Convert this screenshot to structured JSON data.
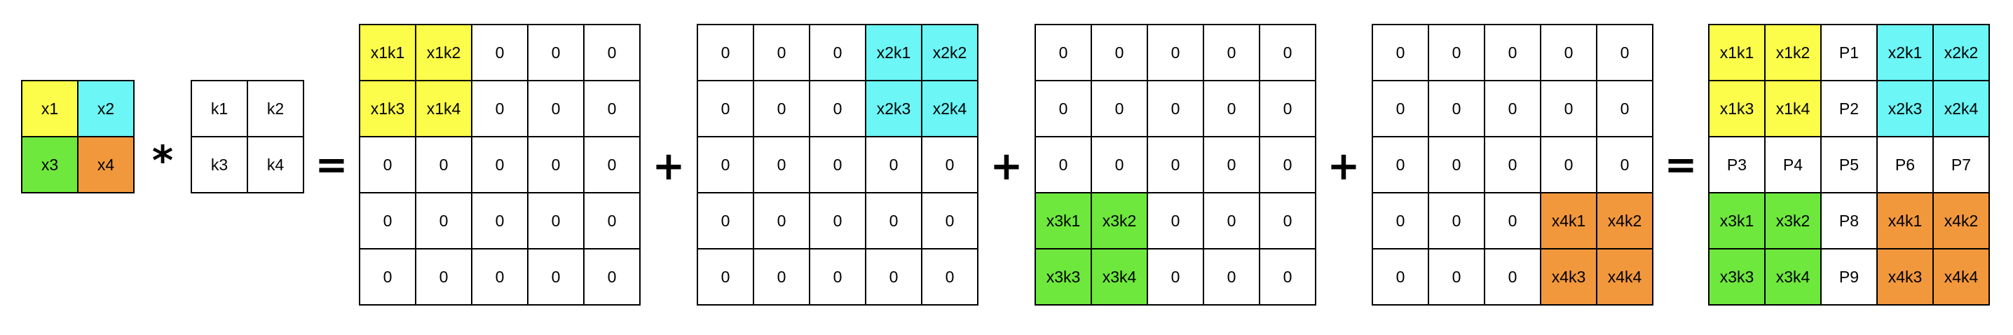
{
  "colors": {
    "yellow": "#fcfc4a",
    "cyan": "#6cf6f6",
    "green": "#6ee83d",
    "orange": "#f2983c",
    "white": "#ffffff"
  },
  "input": {
    "rows": [
      [
        {
          "t": "x1",
          "c": "yellow"
        },
        {
          "t": "x2",
          "c": "cyan"
        }
      ],
      [
        {
          "t": "x3",
          "c": "green"
        },
        {
          "t": "x4",
          "c": "orange"
        }
      ]
    ]
  },
  "kernel": {
    "rows": [
      [
        {
          "t": "k1"
        },
        {
          "t": "k2"
        }
      ],
      [
        {
          "t": "k3"
        },
        {
          "t": "k4"
        }
      ]
    ]
  },
  "partials": [
    {
      "rows": [
        [
          {
            "t": "x1k1",
            "c": "yellow"
          },
          {
            "t": "x1k2",
            "c": "yellow"
          },
          {
            "t": "0"
          },
          {
            "t": "0"
          },
          {
            "t": "0"
          }
        ],
        [
          {
            "t": "x1k3",
            "c": "yellow"
          },
          {
            "t": "x1k4",
            "c": "yellow"
          },
          {
            "t": "0"
          },
          {
            "t": "0"
          },
          {
            "t": "0"
          }
        ],
        [
          {
            "t": "0"
          },
          {
            "t": "0"
          },
          {
            "t": "0"
          },
          {
            "t": "0"
          },
          {
            "t": "0"
          }
        ],
        [
          {
            "t": "0"
          },
          {
            "t": "0"
          },
          {
            "t": "0"
          },
          {
            "t": "0"
          },
          {
            "t": "0"
          }
        ],
        [
          {
            "t": "0"
          },
          {
            "t": "0"
          },
          {
            "t": "0"
          },
          {
            "t": "0"
          },
          {
            "t": "0"
          }
        ]
      ]
    },
    {
      "rows": [
        [
          {
            "t": "0"
          },
          {
            "t": "0"
          },
          {
            "t": "0"
          },
          {
            "t": "x2k1",
            "c": "cyan"
          },
          {
            "t": "x2k2",
            "c": "cyan"
          }
        ],
        [
          {
            "t": "0"
          },
          {
            "t": "0"
          },
          {
            "t": "0"
          },
          {
            "t": "x2k3",
            "c": "cyan"
          },
          {
            "t": "x2k4",
            "c": "cyan"
          }
        ],
        [
          {
            "t": "0"
          },
          {
            "t": "0"
          },
          {
            "t": "0"
          },
          {
            "t": "0"
          },
          {
            "t": "0"
          }
        ],
        [
          {
            "t": "0"
          },
          {
            "t": "0"
          },
          {
            "t": "0"
          },
          {
            "t": "0"
          },
          {
            "t": "0"
          }
        ],
        [
          {
            "t": "0"
          },
          {
            "t": "0"
          },
          {
            "t": "0"
          },
          {
            "t": "0"
          },
          {
            "t": "0"
          }
        ]
      ]
    },
    {
      "rows": [
        [
          {
            "t": "0"
          },
          {
            "t": "0"
          },
          {
            "t": "0"
          },
          {
            "t": "0"
          },
          {
            "t": "0"
          }
        ],
        [
          {
            "t": "0"
          },
          {
            "t": "0"
          },
          {
            "t": "0"
          },
          {
            "t": "0"
          },
          {
            "t": "0"
          }
        ],
        [
          {
            "t": "0"
          },
          {
            "t": "0"
          },
          {
            "t": "0"
          },
          {
            "t": "0"
          },
          {
            "t": "0"
          }
        ],
        [
          {
            "t": "x3k1",
            "c": "green"
          },
          {
            "t": "x3k2",
            "c": "green"
          },
          {
            "t": "0"
          },
          {
            "t": "0"
          },
          {
            "t": "0"
          }
        ],
        [
          {
            "t": "x3k3",
            "c": "green"
          },
          {
            "t": "x3k4",
            "c": "green"
          },
          {
            "t": "0"
          },
          {
            "t": "0"
          },
          {
            "t": "0"
          }
        ]
      ]
    },
    {
      "rows": [
        [
          {
            "t": "0"
          },
          {
            "t": "0"
          },
          {
            "t": "0"
          },
          {
            "t": "0"
          },
          {
            "t": "0"
          }
        ],
        [
          {
            "t": "0"
          },
          {
            "t": "0"
          },
          {
            "t": "0"
          },
          {
            "t": "0"
          },
          {
            "t": "0"
          }
        ],
        [
          {
            "t": "0"
          },
          {
            "t": "0"
          },
          {
            "t": "0"
          },
          {
            "t": "0"
          },
          {
            "t": "0"
          }
        ],
        [
          {
            "t": "0"
          },
          {
            "t": "0"
          },
          {
            "t": "0"
          },
          {
            "t": "x4k1",
            "c": "orange"
          },
          {
            "t": "x4k2",
            "c": "orange"
          }
        ],
        [
          {
            "t": "0"
          },
          {
            "t": "0"
          },
          {
            "t": "0"
          },
          {
            "t": "x4k3",
            "c": "orange"
          },
          {
            "t": "x4k4",
            "c": "orange"
          }
        ]
      ]
    }
  ],
  "result": {
    "rows": [
      [
        {
          "t": "x1k1",
          "c": "yellow"
        },
        {
          "t": "x1k2",
          "c": "yellow"
        },
        {
          "t": "P1"
        },
        {
          "t": "x2k1",
          "c": "cyan"
        },
        {
          "t": "x2k2",
          "c": "cyan"
        }
      ],
      [
        {
          "t": "x1k3",
          "c": "yellow"
        },
        {
          "t": "x1k4",
          "c": "yellow"
        },
        {
          "t": "P2"
        },
        {
          "t": "x2k3",
          "c": "cyan"
        },
        {
          "t": "x2k4",
          "c": "cyan"
        }
      ],
      [
        {
          "t": "P3"
        },
        {
          "t": "P4"
        },
        {
          "t": "P5"
        },
        {
          "t": "P6"
        },
        {
          "t": "P7"
        }
      ],
      [
        {
          "t": "x3k1",
          "c": "green"
        },
        {
          "t": "x3k2",
          "c": "green"
        },
        {
          "t": "P8"
        },
        {
          "t": "x4k1",
          "c": "orange"
        },
        {
          "t": "x4k2",
          "c": "orange"
        }
      ],
      [
        {
          "t": "x3k3",
          "c": "green"
        },
        {
          "t": "x3k4",
          "c": "green"
        },
        {
          "t": "P9"
        },
        {
          "t": "x4k3",
          "c": "orange"
        },
        {
          "t": "x4k4",
          "c": "orange"
        }
      ]
    ]
  },
  "operators": {
    "convolve": "*",
    "equals1": "=",
    "plus1": "+",
    "plus2": "+",
    "plus3": "+",
    "equals2": "="
  }
}
